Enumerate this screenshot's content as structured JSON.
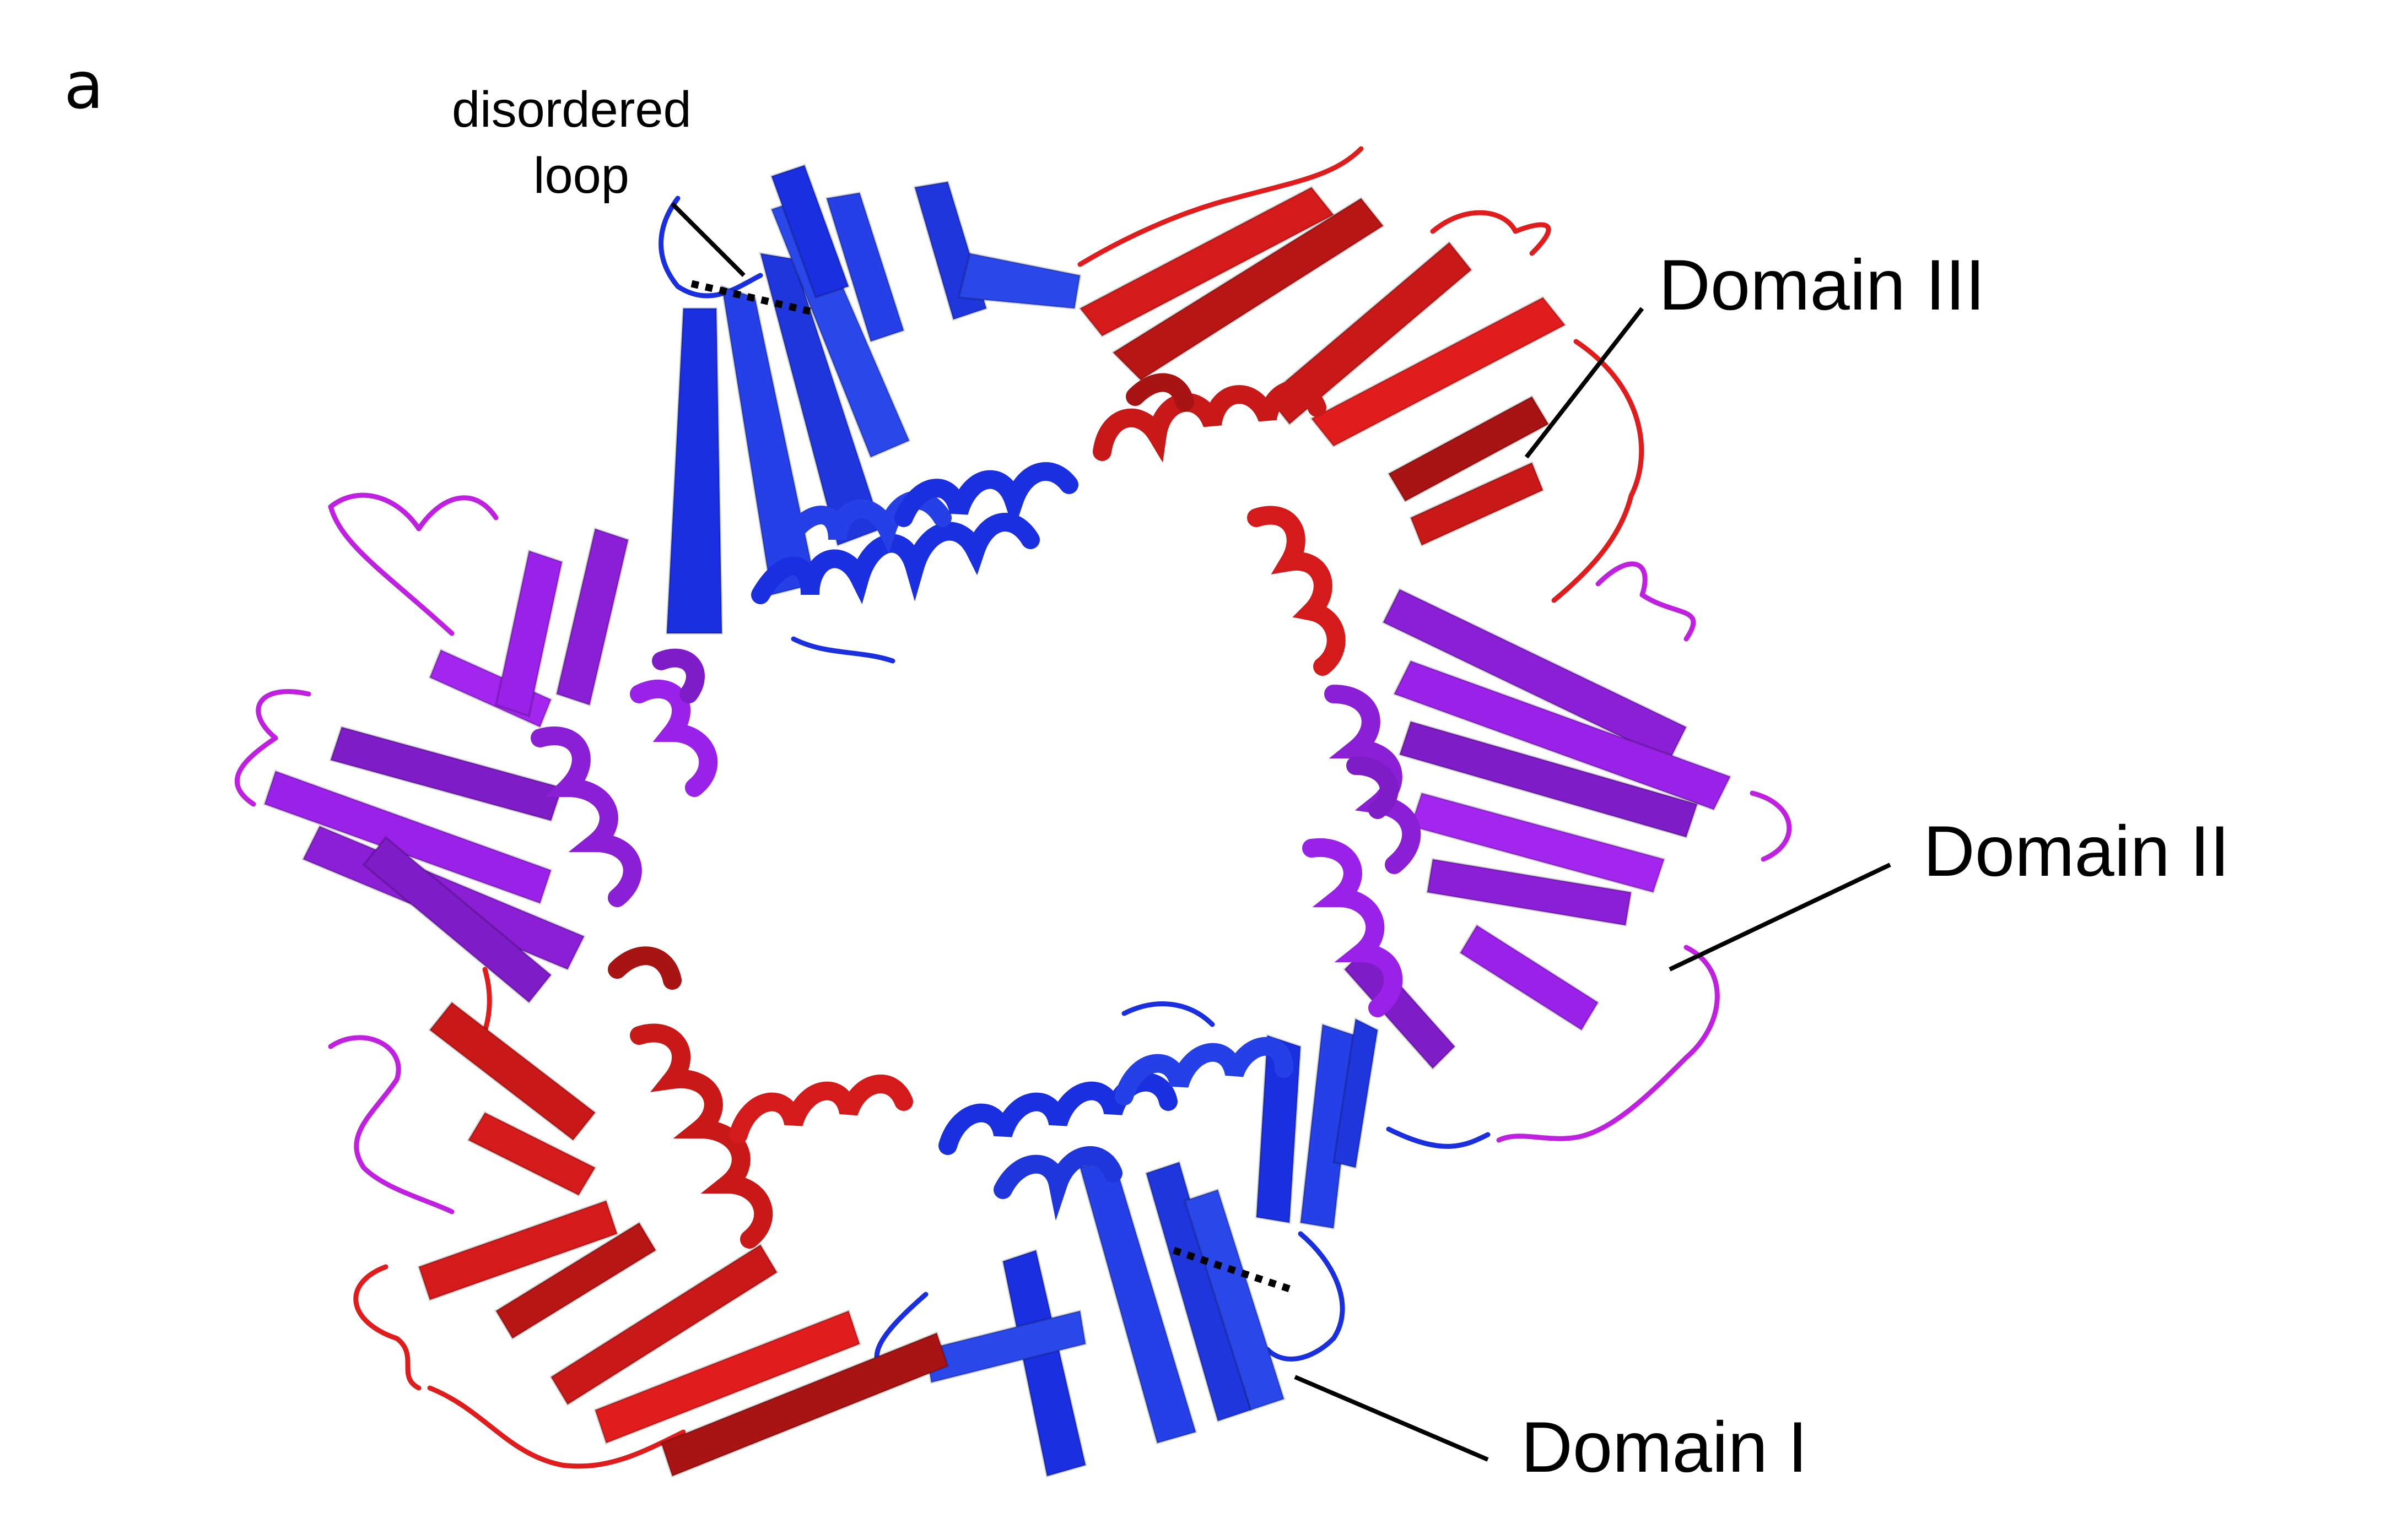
{
  "figure": {
    "panel_label": "a",
    "annotations": {
      "disordered_loop_line1": "disordered",
      "disordered_loop_line2": "loop",
      "domain_iii": "Domain III",
      "domain_ii": "Domain II",
      "domain_i": "Domain I"
    },
    "colors": {
      "domain_i": "#1a2fe0",
      "domain_ii": "#9a22e8",
      "domain_iii": "#e01c1c",
      "loop_magenta": "#c020e0",
      "background": "#ffffff",
      "annotation": "#000000"
    }
  }
}
